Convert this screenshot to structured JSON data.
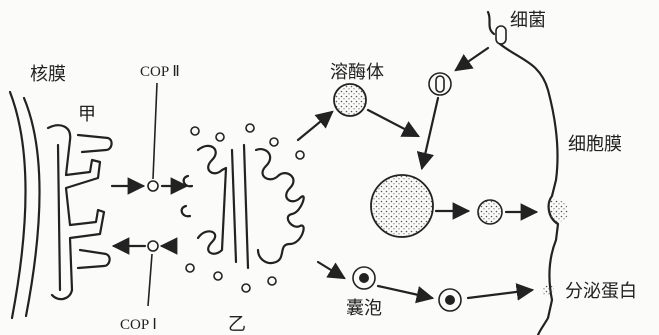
{
  "labels": {
    "nuclear_membrane": "核膜",
    "jia": "甲",
    "cop2": "COP Ⅱ",
    "cop1": "COP Ⅰ",
    "yi": "乙",
    "lysosome": "溶酶体",
    "bacterium": "细菌",
    "cell_membrane": "细胞膜",
    "vesicle": "囊泡",
    "secreted_protein": "分泌蛋白"
  },
  "colors": {
    "ink": "#222222",
    "background": "#fbfbf9",
    "dot_fill": "#555555"
  }
}
